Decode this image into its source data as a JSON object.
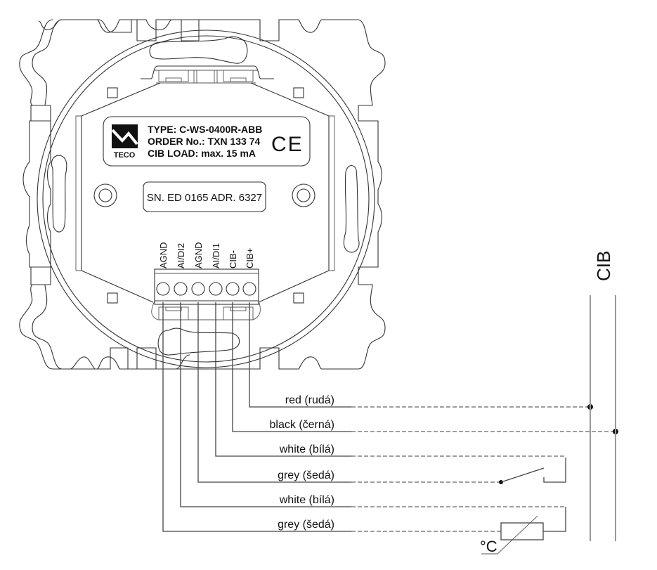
{
  "device": {
    "label": {
      "logo_text": "TECO",
      "type": "TYPE: C-WS-0400R-ABB",
      "order": "ORDER No.: TXN 133 74",
      "load": "CIB LOAD: max. 15 mA",
      "ce_mark": "CE"
    },
    "serial_label": "SN. ED 0165 ADR. 6327",
    "terminals": [
      "AGND",
      "AI/DI2",
      "AGND",
      "AI/DI1",
      "CIB-",
      "CIB+"
    ]
  },
  "bus": {
    "label": "CIB"
  },
  "wires": [
    {
      "terminal": "CIB+",
      "label": "red (rudá)",
      "target": "bus-left"
    },
    {
      "terminal": "CIB-",
      "label": "black (černá)",
      "target": "bus-right"
    },
    {
      "terminal": "AI/DI1",
      "label": "white (bílá)",
      "target": "switch"
    },
    {
      "terminal": "AGND",
      "label": "grey (šedá)",
      "target": "switch"
    },
    {
      "terminal": "AI/DI2",
      "label": "white (bílá)",
      "target": "thermistor"
    },
    {
      "terminal": "AGND",
      "label": "grey (šedá)",
      "target": "thermistor"
    }
  ],
  "thermistor": {
    "unit_label": "°C"
  },
  "colors": {
    "line": "#333333",
    "bus": "#999999",
    "background": "#ffffff"
  }
}
